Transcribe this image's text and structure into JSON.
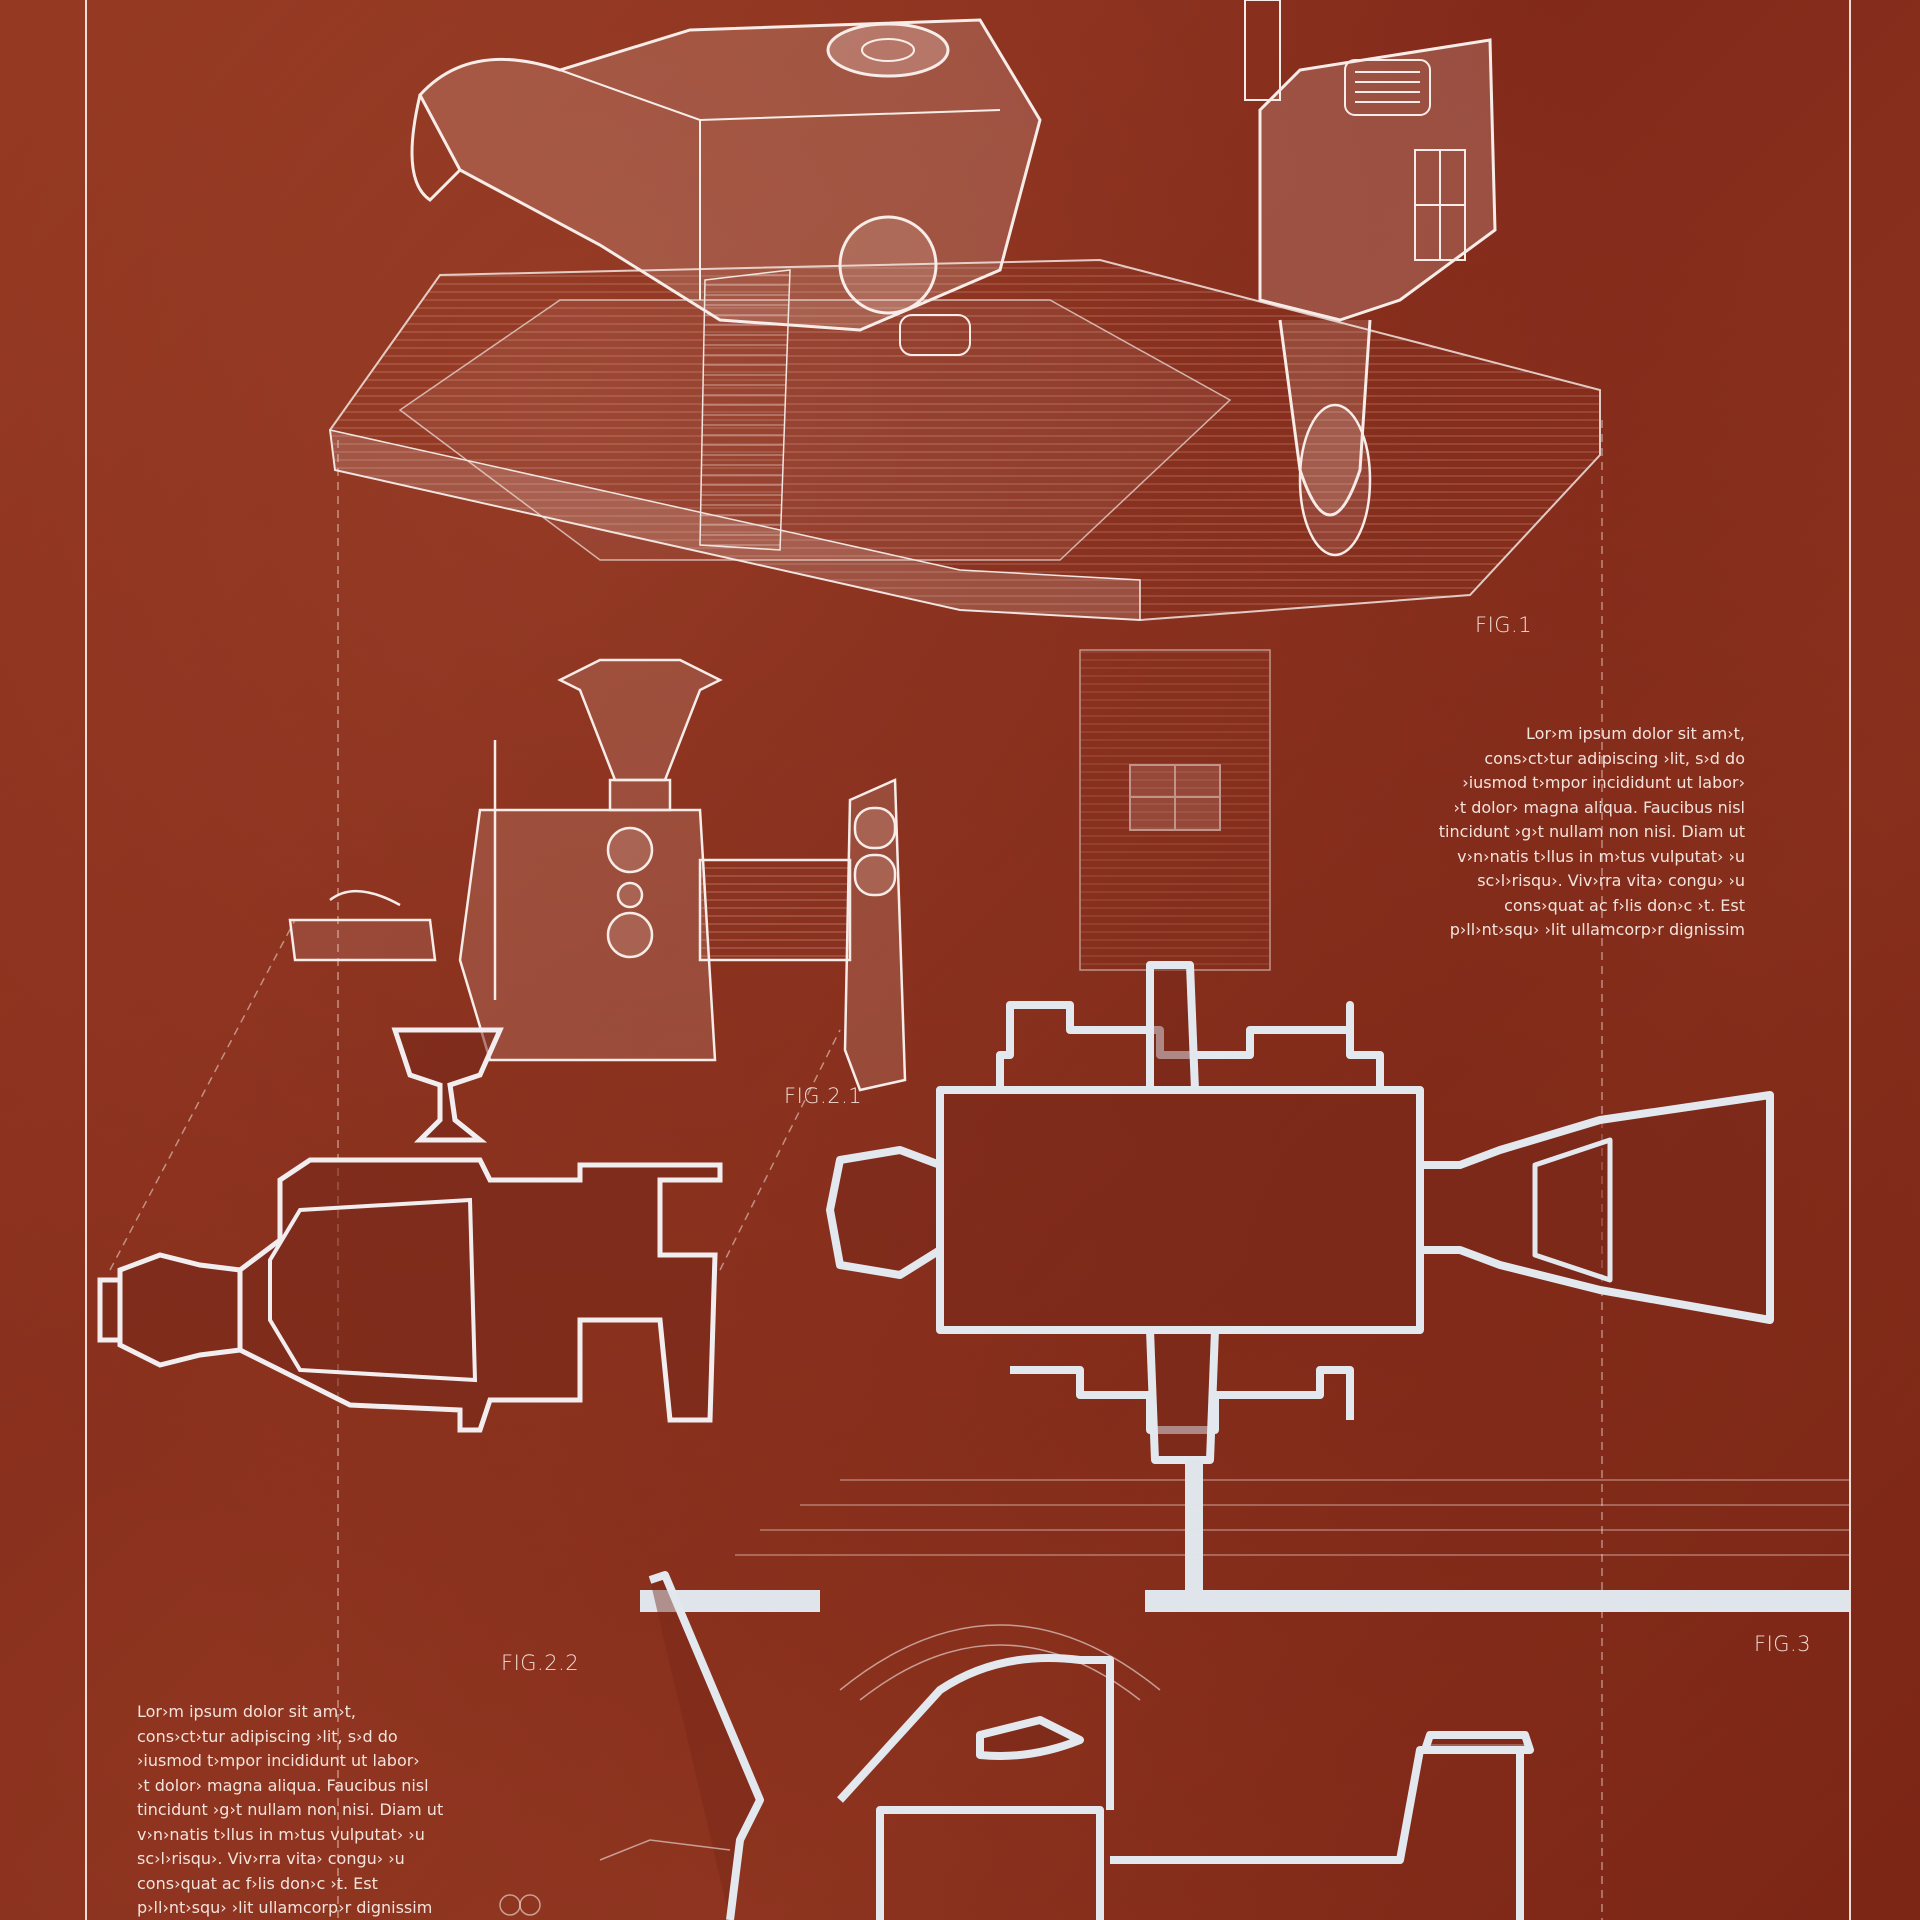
{
  "figures": {
    "fig1": "FIG.1",
    "fig2_1": "FIG.2.1",
    "fig2_2": "FIG.2.2",
    "fig3": "FIG.3"
  },
  "text_block_right": {
    "lines": [
      "Lor›m ipsum dolor sit am›t,",
      "cons›ct›tur adipiscing ›lit, s›d do",
      "›iusmod t›mpor incididunt ut labor›",
      "›t dolor› magna aliqua. Faucibus nisl",
      "tincidunt ›g›t nullam non nisi. Diam ut",
      "v›n›natis t›llus in m›tus vulputat› ›u",
      "sc›l›risqu›. Viv›rra vita› congu› ›u",
      "cons›quat ac f›lis don›c ›t. Est",
      "p›ll›nt›squ› ›lit ullamcorp›r dignissim"
    ]
  },
  "text_block_left": {
    "lines": [
      "Lor›m ipsum dolor sit am›t,",
      "cons›ct›tur adipiscing ›lit, s›d do",
      "›iusmod t›mpor incididunt ut labor›",
      "›t dolor› magna aliqua. Faucibus nisl",
      "tincidunt ›g›t nullam non nisi. Diam ut",
      "v›n›natis t›llus in m›tus vulputat› ›u",
      "sc›l›risqu›. Viv›rra vita› congu› ›u",
      "cons›quat ac f›lis don›c ›t. Est",
      "p›ll›nt›squ› ›lit ullamcorp›r dignissim"
    ]
  },
  "colors": {
    "background": "#8a2f1e",
    "linework": "#f2e6e2",
    "section_fill": "#dde4ea"
  }
}
